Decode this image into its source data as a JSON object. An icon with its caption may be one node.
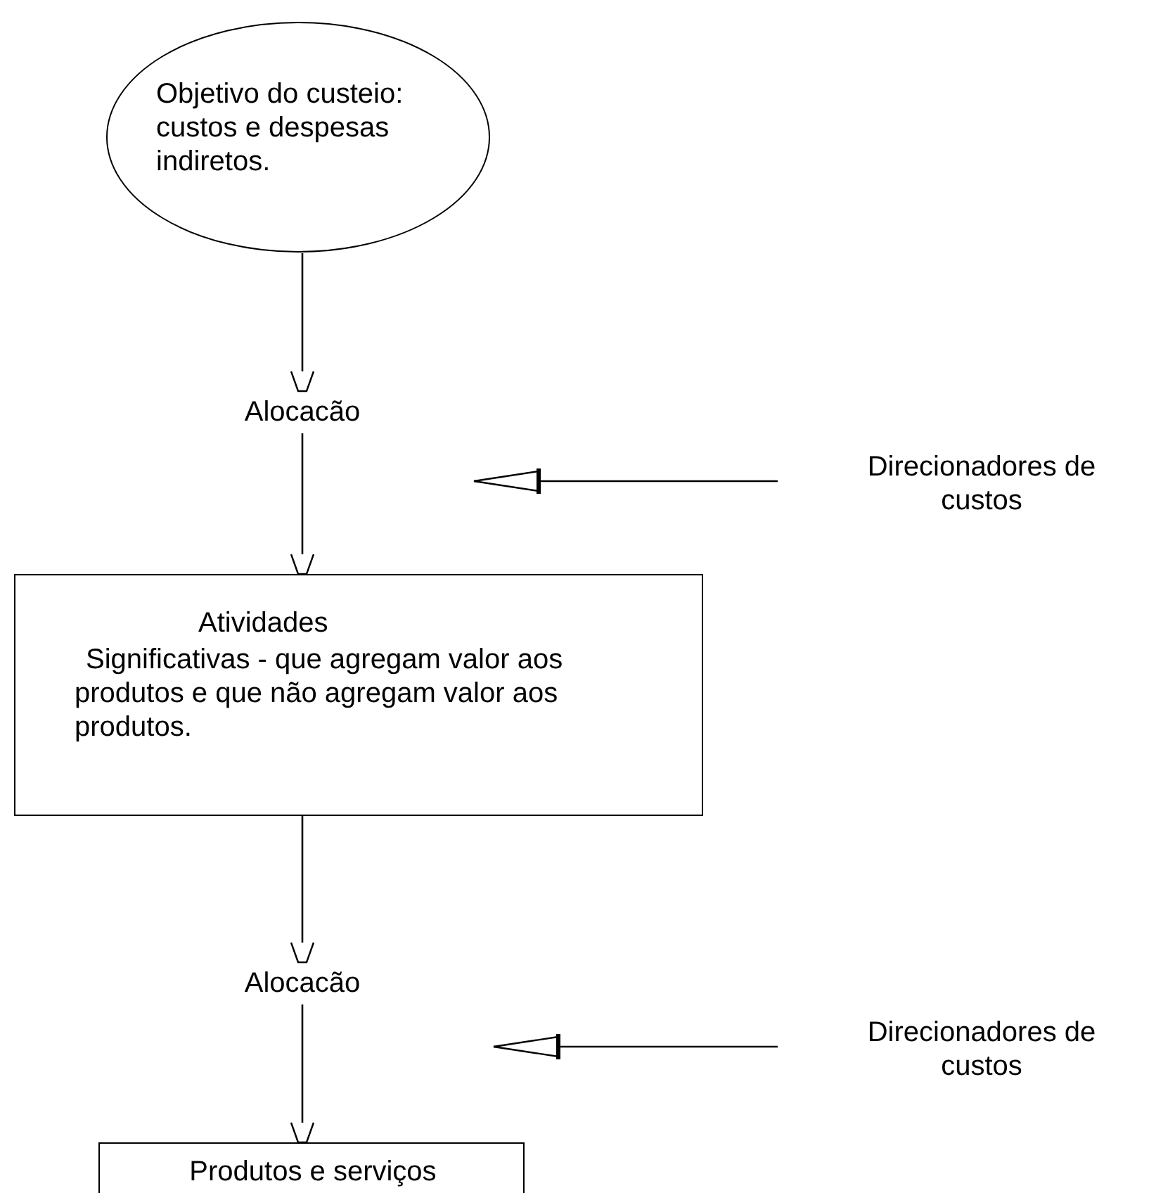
{
  "diagram": {
    "nodes": [
      {
        "text": [
          "Objetivo do custeio: custos e despesas indiretos."
        ]
      },
      {
        "text": [
          "Alocacão"
        ]
      },
      {
        "text": [
          "Direcionadores de custos"
        ]
      },
      {
        "text": [
          "Atividades",
          "Significativas - que agregam valor aos produtos e que não agregam valor aos produtos."
        ]
      },
      {
        "text": [
          "Alocacão"
        ]
      },
      {
        "text": [
          "Direcionadores de custos"
        ]
      },
      {
        "text": [
          "Produtos e serviços"
        ]
      }
    ],
    "edges": [
      {
        "from": 0,
        "to": 1,
        "arrow": "to"
      },
      {
        "from": 1,
        "to": 3,
        "arrow": "to"
      },
      {
        "from": 2,
        "to": null,
        "arrow": "to"
      },
      {
        "from": 3,
        "to": 4,
        "arrow": "to"
      },
      {
        "from": 4,
        "to": 6,
        "arrow": "to"
      },
      {
        "from": 5,
        "to": null,
        "arrow": "to"
      }
    ]
  }
}
